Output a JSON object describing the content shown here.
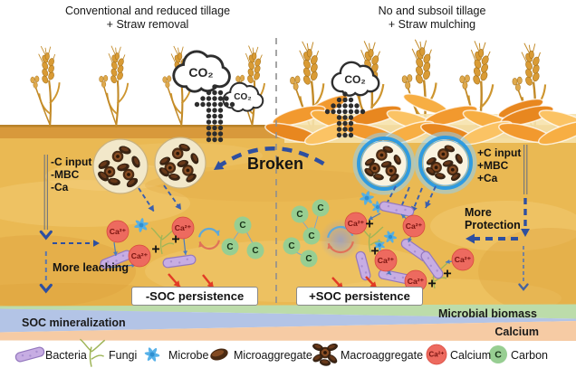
{
  "header": {
    "left_title_line1": "Conventional and reduced tillage",
    "left_title_line2": "+ Straw removal",
    "right_title_line1": "No and subsoil tillage",
    "right_title_line2": "+ Straw mulching"
  },
  "co2_label": "CO₂",
  "broken_label": "Broken",
  "left_panel": {
    "factor1": "-C input",
    "factor2": "-MBC",
    "factor3": "-Ca",
    "leaching_label": "More leaching",
    "soc_box_label": "-SOC persistence"
  },
  "right_panel": {
    "factor1": "+C input",
    "factor2": "+MBC",
    "factor3": "+Ca",
    "protection_line1": "More",
    "protection_line2": "Protection",
    "soc_box_label": "+SOC persistence"
  },
  "gradient_bands": {
    "soc_mineralization": "SOC mineralization",
    "microbial_biomass": "Microbial biomass",
    "calcium": "Calcium"
  },
  "symbols": {
    "calcium_ion": "Ca²⁺",
    "carbon": "C",
    "plus": "+"
  },
  "legend": {
    "items": [
      {
        "icon": "bacteria-icon",
        "label": "Bacteria"
      },
      {
        "icon": "fungi-icon",
        "label": "Fungi"
      },
      {
        "icon": "microbe-icon",
        "label": "Microbe"
      },
      {
        "icon": "microaggregate-icon",
        "label": "Microaggregate"
      },
      {
        "icon": "macroaggregate-icon",
        "label": "Macroaggregate"
      },
      {
        "icon": "calcium-icon",
        "label": "Calcium"
      },
      {
        "icon": "carbon-icon",
        "label": "Carbon"
      }
    ]
  },
  "colors": {
    "soil": "#EAB953",
    "soil_dark": "#D69638",
    "soil_light": "#F2CC74",
    "straw_orange": "#F2992E",
    "accent_blue": "#2E4FA0",
    "calcium_red": "#ED6A5F",
    "carbon_green": "#97CE92",
    "bacteria_purple": "#C7ADE3",
    "microbe_blue": "#4FAEE8",
    "fungi_green": "#9FB558",
    "band_soc_mineralization": "#B3C4E6",
    "band_microbial_biomass": "#BCDCAA",
    "band_calcium": "#F6CBA4",
    "aggregate_brown": "#3B2413"
  }
}
